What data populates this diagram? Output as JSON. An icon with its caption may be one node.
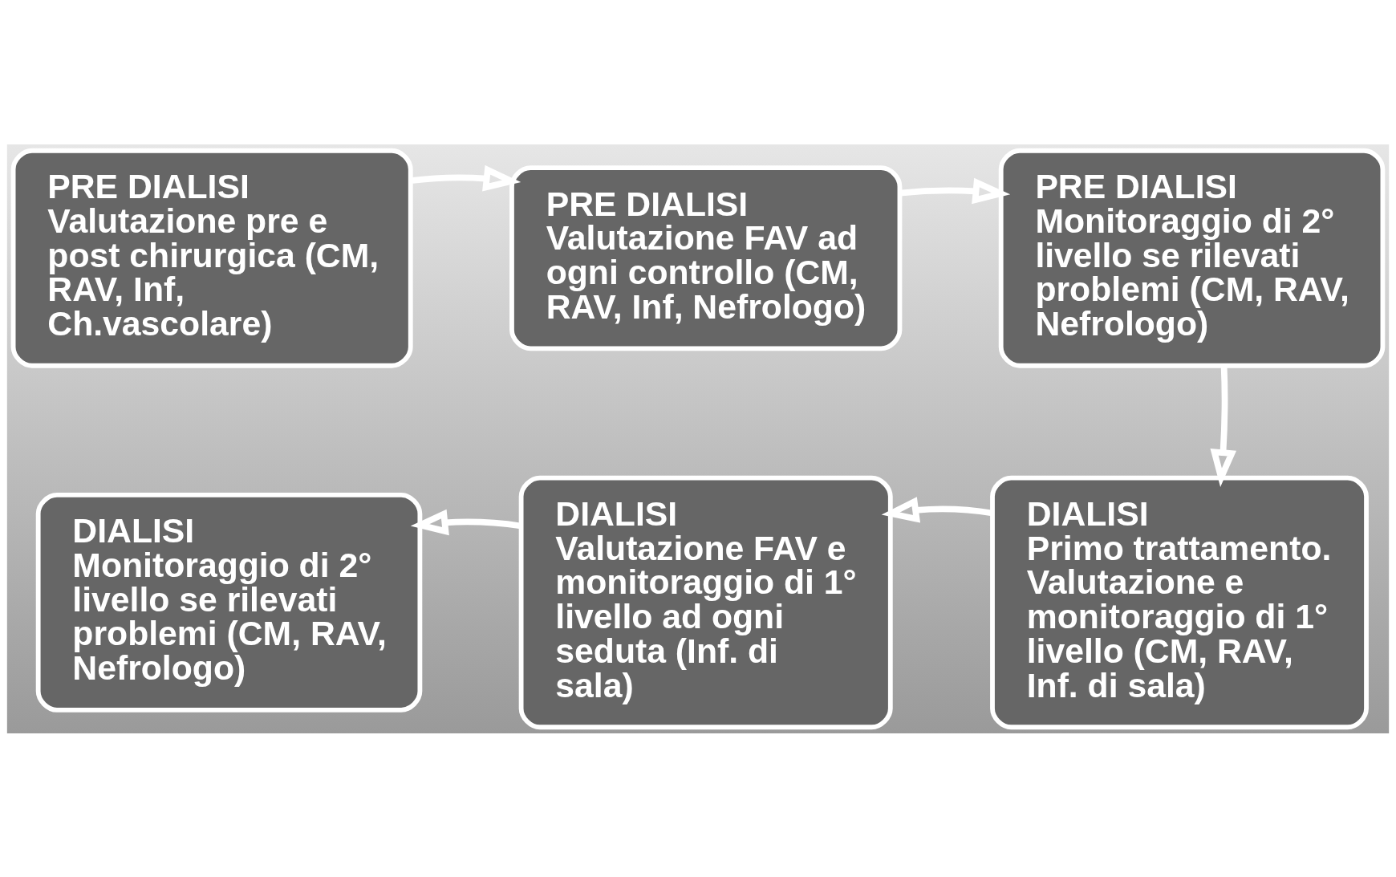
{
  "diagram": {
    "nodes": [
      {
        "text": [
          "PRE DIALISI",
          "Valutazione pre e post chirurgica (CM, RAV, Inf, Ch.vascolare)"
        ]
      },
      {
        "text": [
          "PRE DIALISI",
          "Valutazione FAV ad ogni controllo (CM, RAV, Inf, Nefrologo)"
        ]
      },
      {
        "text": [
          "PRE DIALISI",
          "Monitoraggio di 2° livello se rilevati problemi (CM, RAV, Nefrologo)"
        ]
      },
      {
        "text": [
          "DIALISI",
          "Monitoraggio di 2° livello se rilevati problemi (CM, RAV, Nefrologo)"
        ]
      },
      {
        "text": [
          "DIALISI",
          "Valutazione FAV e monitoraggio di 1° livello ad ogni seduta (Inf. di sala)"
        ]
      },
      {
        "text": [
          "DIALISI",
          "Primo trattamento. Valutazione e monitoraggio di 1° livello (CM, RAV, Inf. di sala)"
        ]
      }
    ],
    "edges": [
      {
        "from": 0,
        "to": 1,
        "arrow": "to"
      },
      {
        "from": 1,
        "to": 2,
        "arrow": "to"
      },
      {
        "from": 2,
        "to": 5,
        "arrow": "to"
      },
      {
        "from": 5,
        "to": 4,
        "arrow": "to"
      },
      {
        "from": 4,
        "to": 3,
        "arrow": "to"
      }
    ]
  }
}
